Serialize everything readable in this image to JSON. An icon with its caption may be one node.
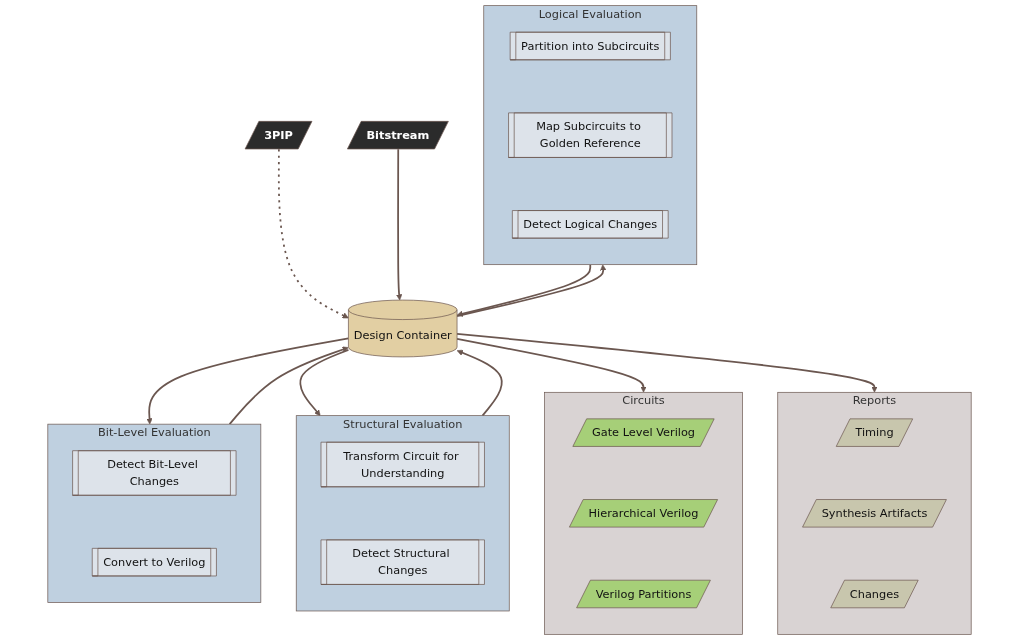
{
  "diagram": {
    "nodes": [
      {
        "text": [
          "3PIP"
        ]
      },
      {
        "text": [
          "Bitstream"
        ]
      },
      {
        "text": [
          "Bit-Level Evaluation"
        ]
      },
      {
        "text": [
          "Detect Bit-Level Changes"
        ],
        "in": 2
      },
      {
        "text": [
          "Convert to Verilog"
        ],
        "in": 2
      },
      {
        "text": [
          "Structural Evaluation"
        ]
      },
      {
        "text": [
          "Transform Circuit for Understanding"
        ],
        "in": 5
      },
      {
        "text": [
          "Detect Structural Changes"
        ],
        "in": 5
      },
      {
        "text": [
          "Logical Evaluation"
        ]
      },
      {
        "text": [
          "Partition into Subcircuits"
        ],
        "in": 8
      },
      {
        "text": [
          "Map Subcircuits to Golden Reference"
        ],
        "in": 8
      },
      {
        "text": [
          "Detect Logical Changes"
        ],
        "in": 8
      },
      {
        "text": [
          "Design Container"
        ]
      },
      {
        "text": [
          "Circuits"
        ]
      },
      {
        "text": [
          "Gate Level Verilog"
        ],
        "in": 13
      },
      {
        "text": [
          "Hierarchical Verilog"
        ],
        "in": 13
      },
      {
        "text": [
          "Verilog Partitions"
        ],
        "in": 13
      },
      {
        "text": [
          "Reports"
        ]
      },
      {
        "text": [
          "Timing"
        ],
        "in": 17
      },
      {
        "text": [
          "Synthesis Artifacts"
        ],
        "in": 17
      },
      {
        "text": [
          "Changes"
        ],
        "in": 17
      }
    ],
    "edges": [
      {
        "from": 0,
        "to": 12,
        "arrow": "to",
        "style": "dashed"
      },
      {
        "from": 1,
        "to": 12,
        "arrow": "to"
      },
      {
        "from": 12,
        "to": 2,
        "arrow": "to"
      },
      {
        "from": 2,
        "to": 12,
        "arrow": "to"
      },
      {
        "from": 12,
        "to": 5,
        "arrow": "to"
      },
      {
        "from": 5,
        "to": 12,
        "arrow": "to"
      },
      {
        "from": 12,
        "to": 8,
        "arrow": "to"
      },
      {
        "from": 8,
        "to": 12,
        "arrow": "to"
      },
      {
        "from": 12,
        "to": 13,
        "arrow": "to"
      },
      {
        "from": 12,
        "to": 17,
        "arrow": "to"
      }
    ]
  }
}
